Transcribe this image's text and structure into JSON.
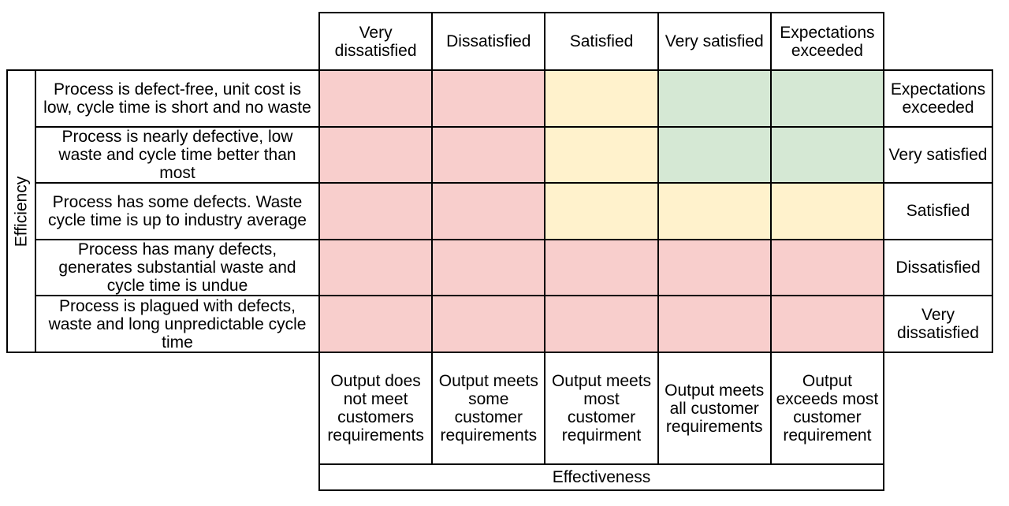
{
  "colors": {
    "red": "#F8CECC",
    "yellow": "#FFF2CC",
    "green": "#D5E8D4",
    "border": "#000000",
    "background": "#FFFFFF"
  },
  "axes": {
    "left_label": "Efficiency",
    "bottom_label": "Effectiveness"
  },
  "top_headers": [
    "Very\ndissatisfied",
    "Dissatisfied",
    "Satisfied",
    "Very satisfied",
    "Expectations\nexceeded"
  ],
  "left_row_descriptions": [
    "Process is defect-free, unit cost is\nlow, cycle time is short and no waste",
    "Process is nearly defective, low\nwaste and cycle time better than\nmost",
    "Process has some defects. Waste\ncycle time is up to industry average",
    "Process has many defects,\ngenerates substantial waste and\ncycle time is undue",
    "Process is plagued with defects,\nwaste and long unpredictable cycle\ntime"
  ],
  "right_row_labels": [
    "Expectations\nexceeded",
    "Very satisfied",
    "Satisfied",
    "Dissatisfied",
    "Very\ndissatisfied"
  ],
  "bottom_column_descriptions": [
    "Output does\nnot meet\ncustomers\nrequirements",
    "Output meets\nsome\ncustomer\nrequirements",
    "Output meets\nmost\ncustomer\nrequirment",
    "Output meets\nall customer\nrequirements",
    "Output\nexceeds most\ncustomer\nrequirement"
  ],
  "matrix": {
    "rows": 5,
    "cols": 5,
    "cell_colors": [
      [
        "red",
        "red",
        "yellow",
        "green",
        "green"
      ],
      [
        "red",
        "red",
        "yellow",
        "green",
        "green"
      ],
      [
        "red",
        "red",
        "yellow",
        "yellow",
        "yellow"
      ],
      [
        "red",
        "red",
        "red",
        "red",
        "red"
      ],
      [
        "red",
        "red",
        "red",
        "red",
        "red"
      ]
    ]
  }
}
